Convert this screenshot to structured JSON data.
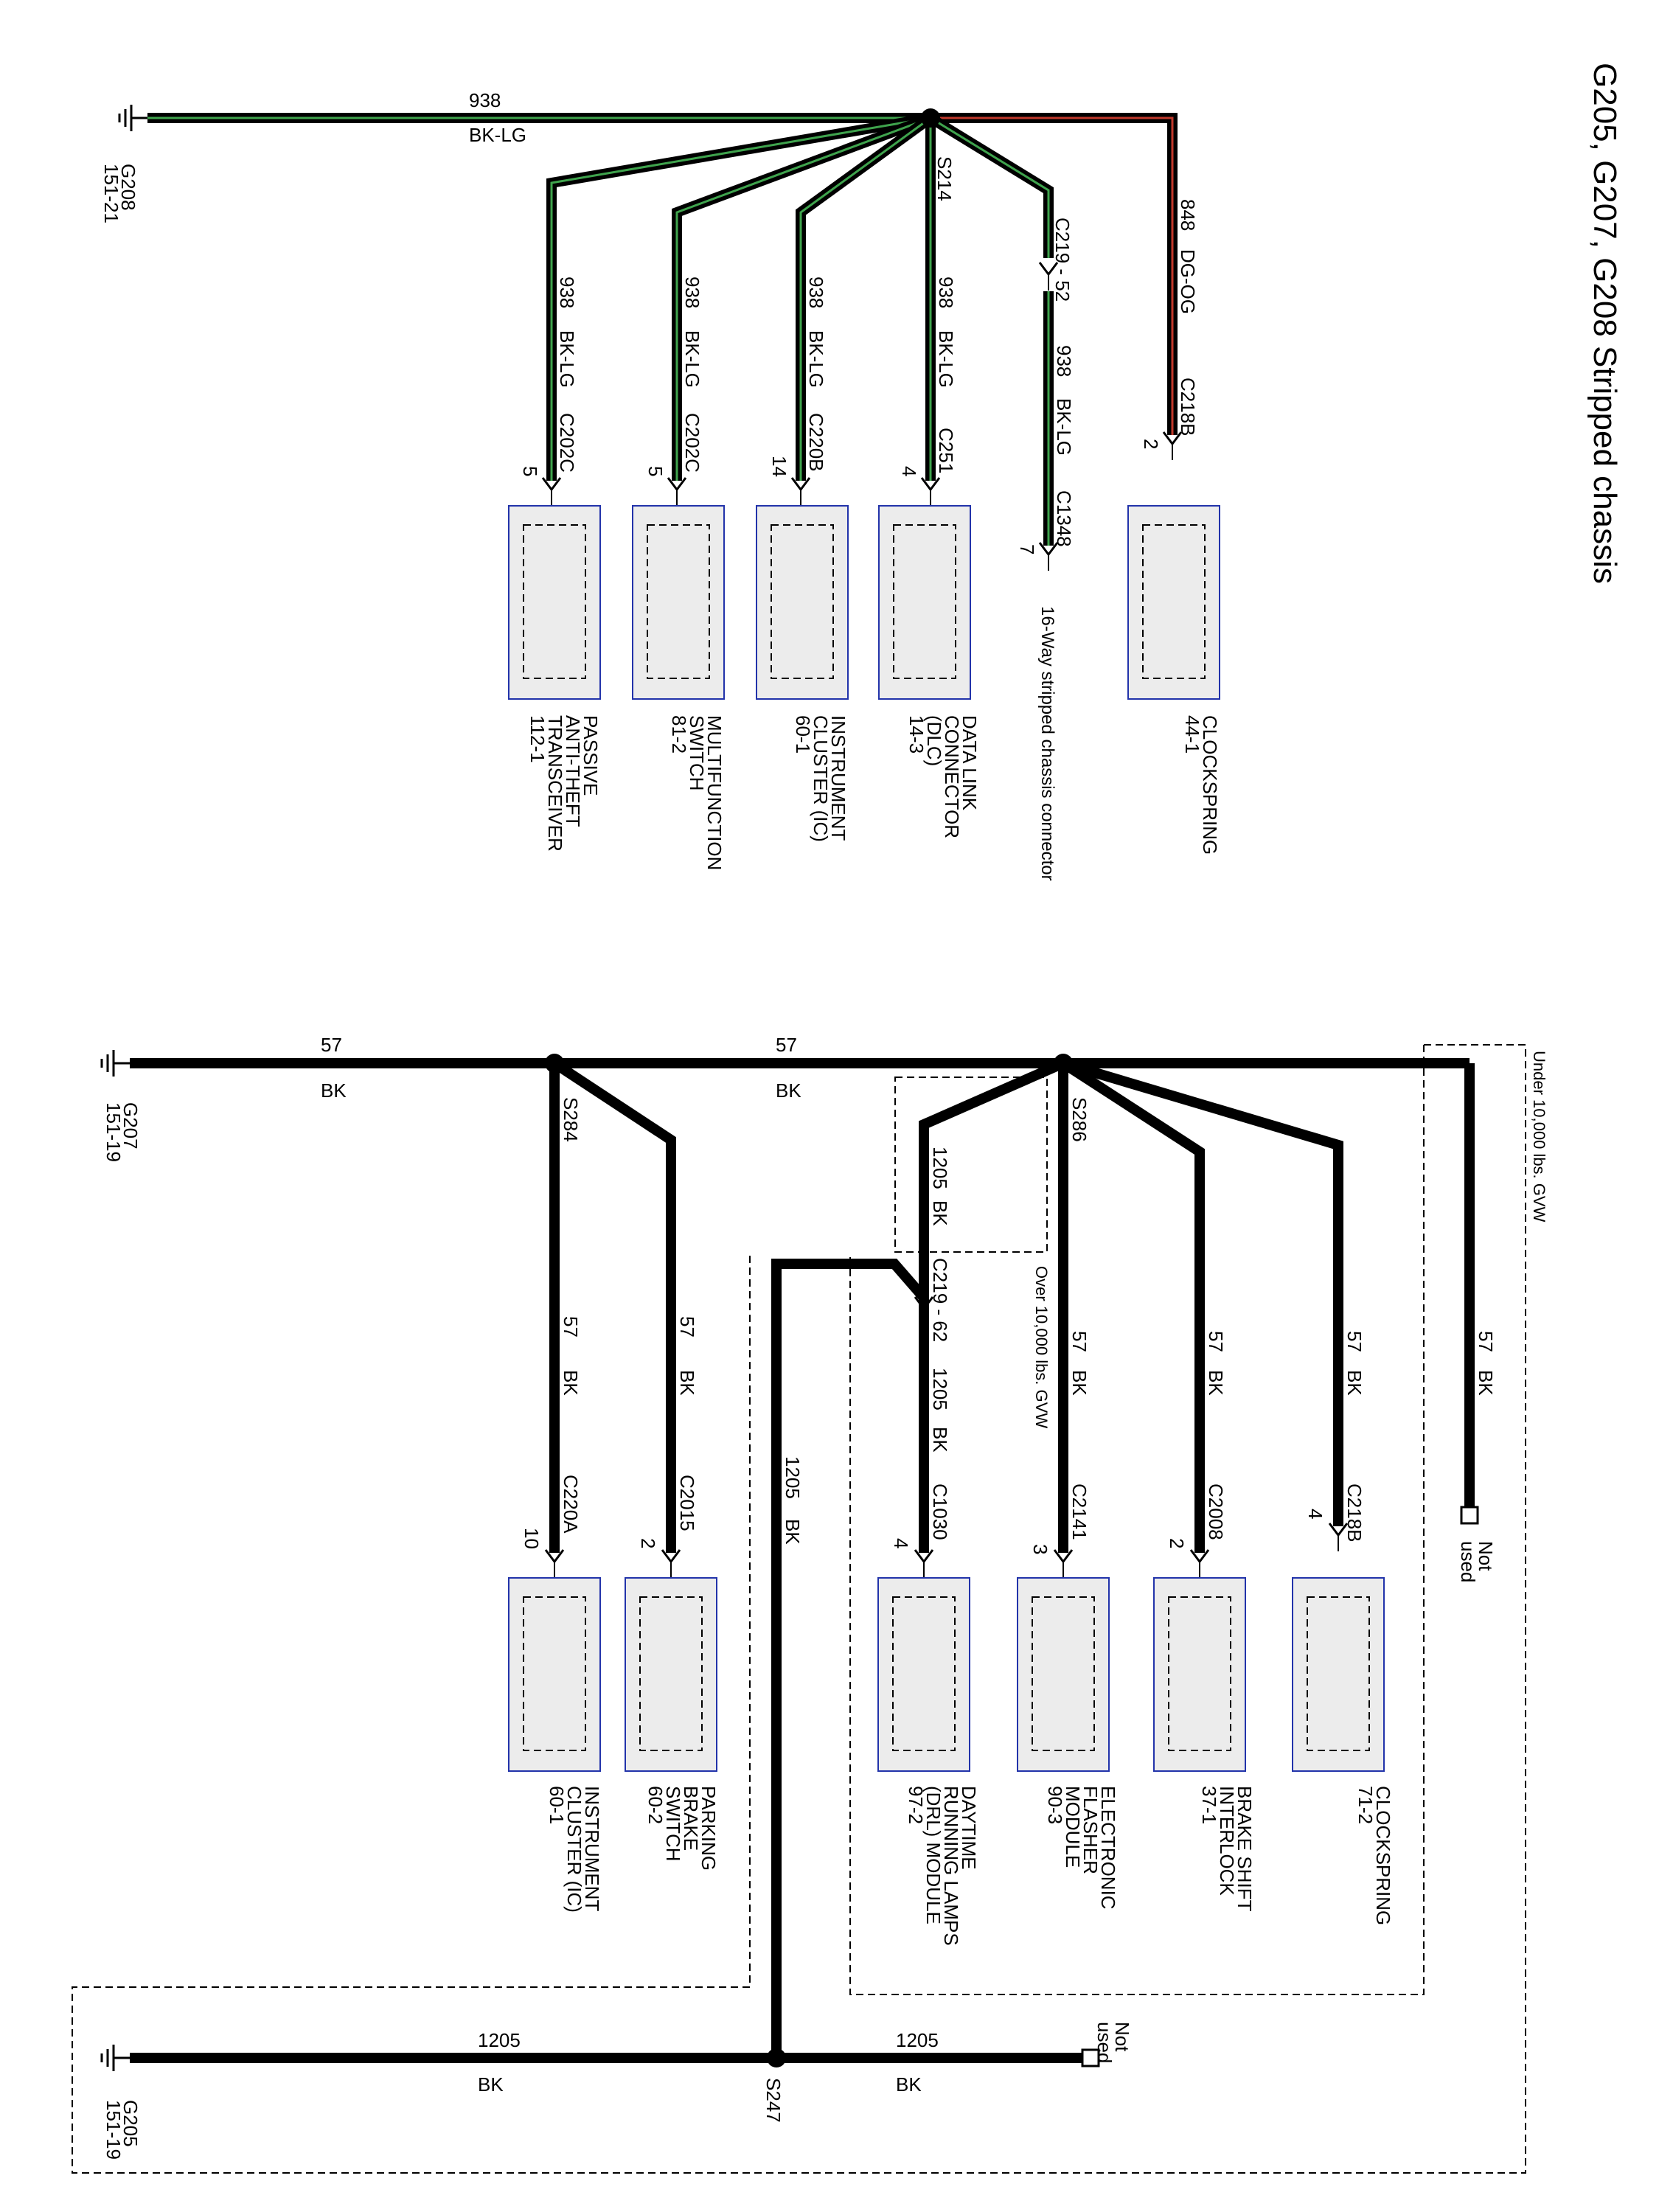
{
  "title": "G205, G207, G208 Stripped chassis",
  "colors": {
    "wire_bk": "#000000",
    "wire_bk_lg_stripe": "#3fa34d",
    "wire_dg_og_stripe": "#c0392b",
    "component_fill": "#ececec",
    "component_border": "#2233aa"
  },
  "ground_g208": {
    "ground_name": "G208",
    "ground_ref": "151-21",
    "main_wire_number": "938",
    "main_wire_color": "BK-LG",
    "splice": "S214",
    "branches": [
      {
        "wire_number": "938",
        "wire_color": "BK-LG",
        "connector": "C202C",
        "pin": "5",
        "component": [
          "PASSIVE",
          "ANTI-THEFT",
          "TRANSCEIVER",
          "112-1"
        ]
      },
      {
        "wire_number": "938",
        "wire_color": "BK-LG",
        "connector": "C202C",
        "pin": "5",
        "component": [
          "MULTIFUNCTION",
          "SWITCH",
          "81-2"
        ]
      },
      {
        "wire_number": "938",
        "wire_color": "BK-LG",
        "connector": "C220B",
        "pin": "14",
        "component": [
          "INSTRUMENT",
          "CLUSTER (IC)",
          "60-1"
        ]
      },
      {
        "wire_number": "938",
        "wire_color": "BK-LG",
        "connector": "C251",
        "pin": "4",
        "component": [
          "DATA LINK",
          "CONNECTOR",
          "(DLC)",
          "14-3"
        ]
      },
      {
        "inline_connector": "C219 - 52",
        "wire_number": "938",
        "wire_color": "BK-LG",
        "connector": "C1348",
        "pin": "7",
        "component": [
          "16-Way stripped chassis connector"
        ]
      },
      {
        "wire_number": "848",
        "wire_color": "DG-OG",
        "connector": "C218B",
        "pin": "2",
        "component": [
          "CLOCKSPRING",
          "44-1"
        ]
      }
    ]
  },
  "ground_g207": {
    "ground_name": "G207",
    "ground_ref": "151-19",
    "main_wire_number": "57",
    "main_wire_color": "BK",
    "splice_a": "S284",
    "splice_b": "S286",
    "under_gvw_note": "Under 10,000 lbs. GVW",
    "over_gvw_note": "Over 10,000 lbs. GVW",
    "not_used": [
      "Not",
      "used"
    ],
    "drl_feed_wire_number": "1205",
    "drl_feed_wire_color": "BK",
    "branches": [
      {
        "wire_number": "57",
        "wire_color": "BK",
        "connector": "C220A",
        "pin": "10",
        "component": [
          "INSTRUMENT",
          "CLUSTER (IC)",
          "60-1"
        ]
      },
      {
        "wire_number": "57",
        "wire_color": "BK",
        "connector": "C2015",
        "pin": "2",
        "component": [
          "PARKING",
          "BRAKE",
          "SWITCH",
          "60-2"
        ]
      },
      {
        "inline_connector": "C219 - 62",
        "wire_number": "1205",
        "wire_color": "BK",
        "connector": "C1030",
        "pin": "4",
        "component": [
          "DAYTIME",
          "RUNNING LAMPS",
          "(DRL) MODULE",
          "97-2"
        ]
      },
      {
        "wire_number": "57",
        "wire_color": "BK",
        "connector": "C2141",
        "pin": "3",
        "component": [
          "ELECTRONIC",
          "FLASHER",
          "MODULE",
          "90-3"
        ]
      },
      {
        "wire_number": "57",
        "wire_color": "BK",
        "connector": "C2008",
        "pin": "2",
        "component": [
          "BRAKE SHIFT",
          "INTERLOCK",
          "37-1"
        ]
      },
      {
        "wire_number": "57",
        "wire_color": "BK",
        "connector": "C218B",
        "pin": "4",
        "component": [
          "CLOCKSPRING",
          "71-2"
        ]
      }
    ]
  },
  "ground_g205": {
    "ground_name": "G205",
    "ground_ref": "151-19",
    "main_wire_number": "1205",
    "main_wire_color": "BK",
    "splice": "S247",
    "right_wire_number": "1205",
    "right_wire_color": "BK",
    "not_used": [
      "Not",
      "used"
    ],
    "riser_wire_number": "1205",
    "riser_wire_color": "BK"
  }
}
